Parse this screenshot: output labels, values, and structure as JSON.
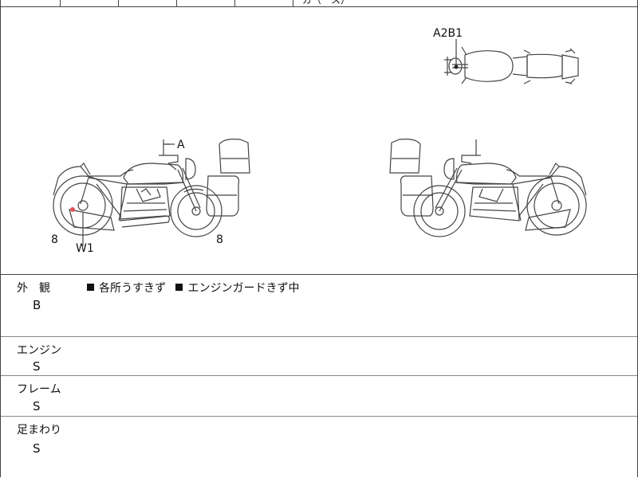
{
  "header": {
    "clipped_text": "ガ（一ス）"
  },
  "diagram": {
    "top_view_label": "A2B1",
    "left_side_labels": {
      "handle": "A",
      "front_wheel": "8",
      "rear_wheel": "8",
      "muffler": "W1"
    }
  },
  "sections": [
    {
      "label": "外　観",
      "grade": "B",
      "notes": [
        "各所うすきず",
        "エンジンガードきず中"
      ]
    },
    {
      "label": "エンジン",
      "grade": "S",
      "notes": []
    },
    {
      "label": "フレーム",
      "grade": "S",
      "notes": []
    },
    {
      "label": "足まわり",
      "grade": "S",
      "notes": []
    }
  ],
  "colors": {
    "line": "#444444",
    "damage_mark": "#e05555"
  }
}
